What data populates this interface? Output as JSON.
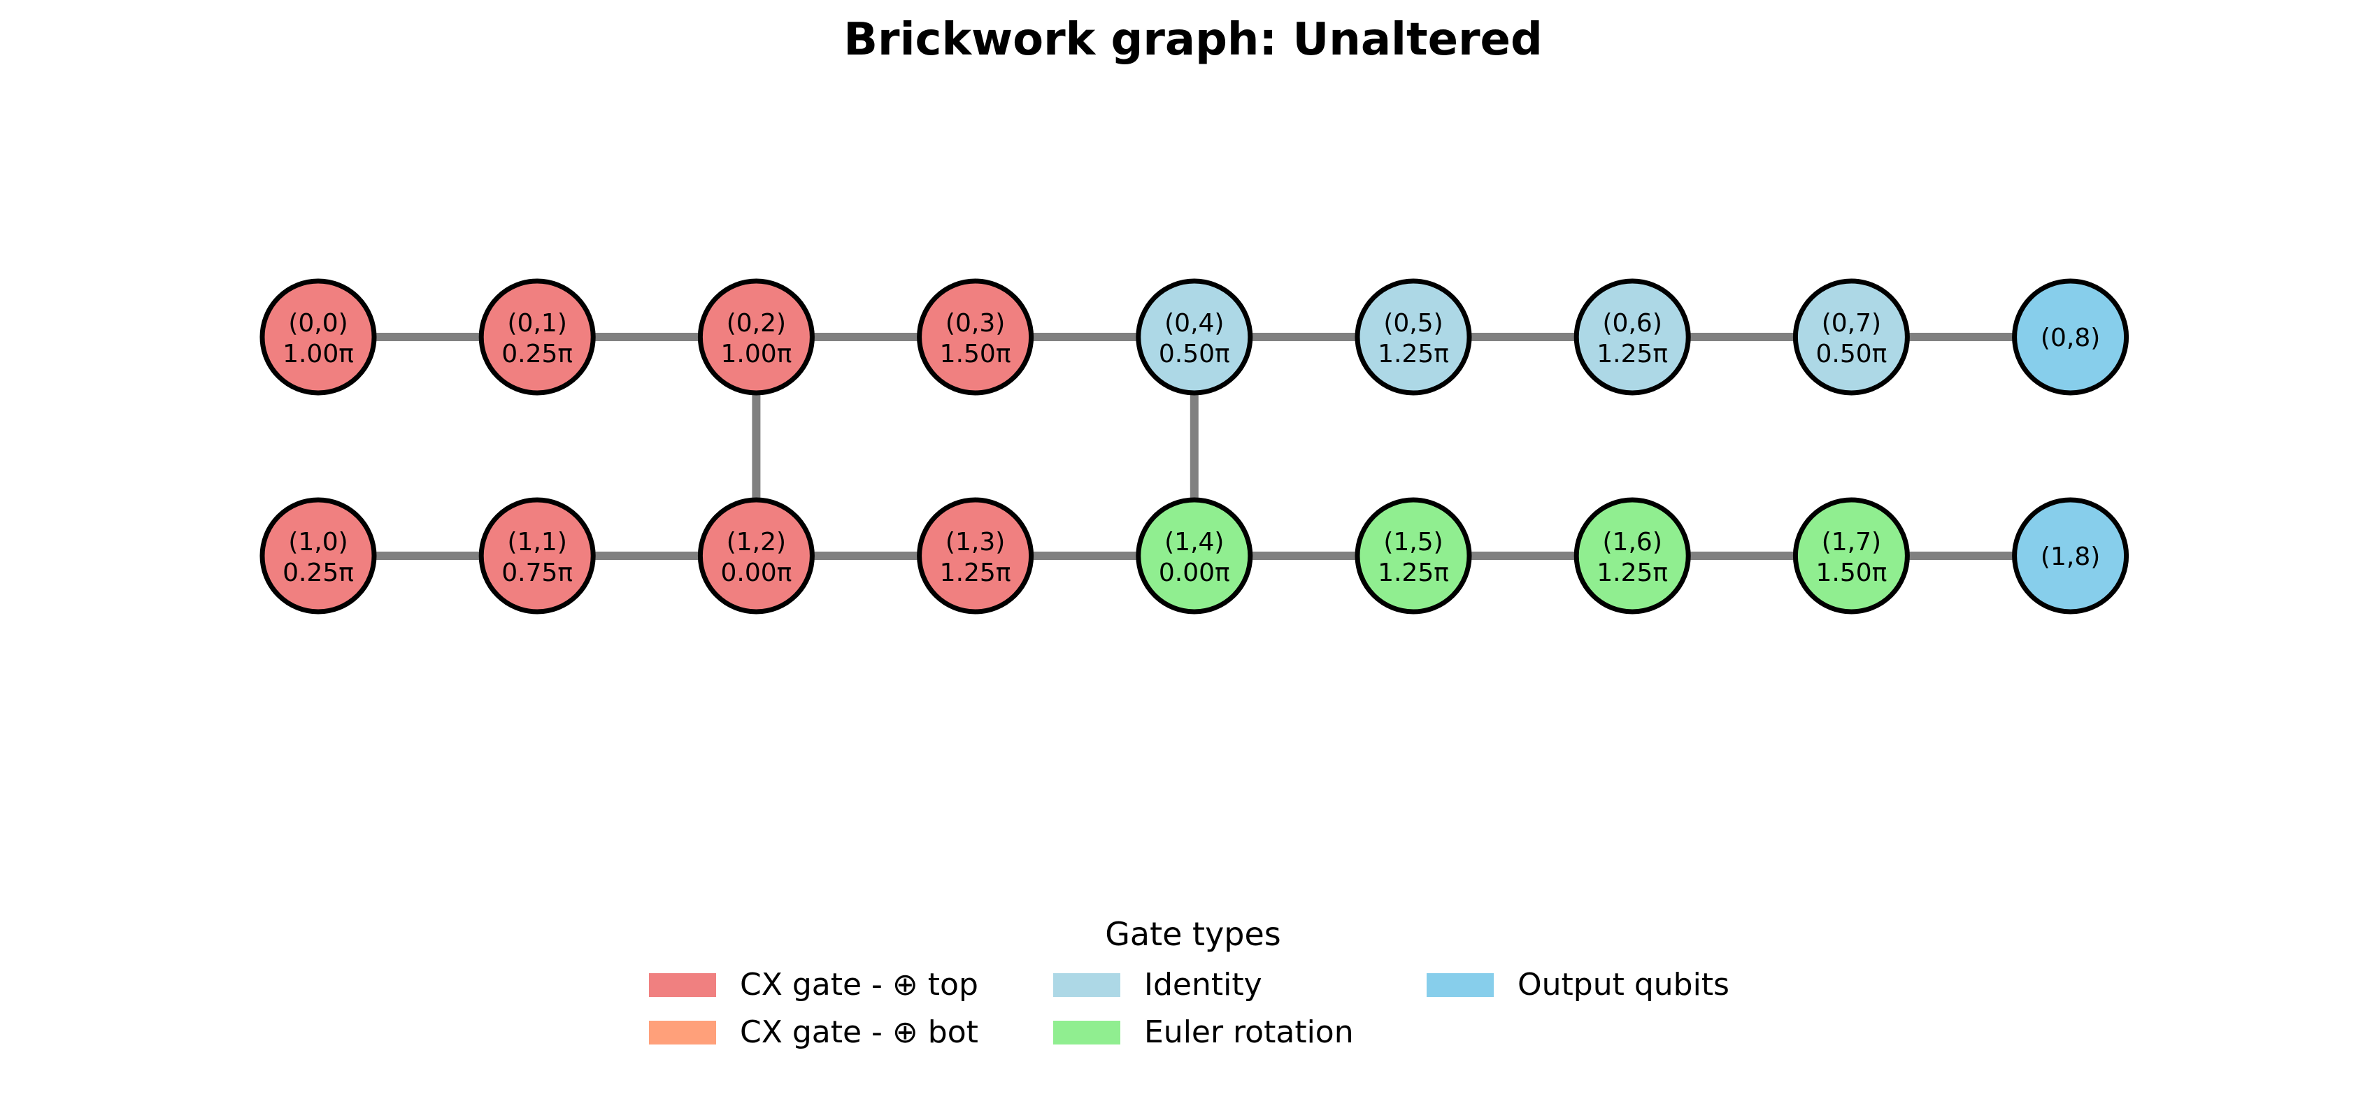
{
  "title": "Brickwork graph: Unaltered",
  "colors": {
    "cx_top": "#f08080",
    "cx_bot": "#ffa07a",
    "identity": "#add8e6",
    "euler": "#90ee90",
    "output": "#87ceeb",
    "edge": "#808080",
    "node_border": "#000000"
  },
  "nodes": [
    {
      "id": "0-0",
      "row": 0,
      "col": 0,
      "label": "(0,0)",
      "angle": "1.00π",
      "type": "cx_top"
    },
    {
      "id": "0-1",
      "row": 0,
      "col": 1,
      "label": "(0,1)",
      "angle": "0.25π",
      "type": "cx_top"
    },
    {
      "id": "0-2",
      "row": 0,
      "col": 2,
      "label": "(0,2)",
      "angle": "1.00π",
      "type": "cx_top"
    },
    {
      "id": "0-3",
      "row": 0,
      "col": 3,
      "label": "(0,3)",
      "angle": "1.50π",
      "type": "cx_top"
    },
    {
      "id": "0-4",
      "row": 0,
      "col": 4,
      "label": "(0,4)",
      "angle": "0.50π",
      "type": "identity"
    },
    {
      "id": "0-5",
      "row": 0,
      "col": 5,
      "label": "(0,5)",
      "angle": "1.25π",
      "type": "identity"
    },
    {
      "id": "0-6",
      "row": 0,
      "col": 6,
      "label": "(0,6)",
      "angle": "1.25π",
      "type": "identity"
    },
    {
      "id": "0-7",
      "row": 0,
      "col": 7,
      "label": "(0,7)",
      "angle": "0.50π",
      "type": "identity"
    },
    {
      "id": "0-8",
      "row": 0,
      "col": 8,
      "label": "(0,8)",
      "angle": "",
      "type": "output"
    },
    {
      "id": "1-0",
      "row": 1,
      "col": 0,
      "label": "(1,0)",
      "angle": "0.25π",
      "type": "cx_top"
    },
    {
      "id": "1-1",
      "row": 1,
      "col": 1,
      "label": "(1,1)",
      "angle": "0.75π",
      "type": "cx_top"
    },
    {
      "id": "1-2",
      "row": 1,
      "col": 2,
      "label": "(1,2)",
      "angle": "0.00π",
      "type": "cx_top"
    },
    {
      "id": "1-3",
      "row": 1,
      "col": 3,
      "label": "(1,3)",
      "angle": "1.25π",
      "type": "cx_top"
    },
    {
      "id": "1-4",
      "row": 1,
      "col": 4,
      "label": "(1,4)",
      "angle": "0.00π",
      "type": "euler"
    },
    {
      "id": "1-5",
      "row": 1,
      "col": 5,
      "label": "(1,5)",
      "angle": "1.25π",
      "type": "euler"
    },
    {
      "id": "1-6",
      "row": 1,
      "col": 6,
      "label": "(1,6)",
      "angle": "1.25π",
      "type": "euler"
    },
    {
      "id": "1-7",
      "row": 1,
      "col": 7,
      "label": "(1,7)",
      "angle": "1.50π",
      "type": "euler"
    },
    {
      "id": "1-8",
      "row": 1,
      "col": 8,
      "label": "(1,8)",
      "angle": "",
      "type": "output"
    }
  ],
  "edges": [
    [
      "0-0",
      "0-1"
    ],
    [
      "0-1",
      "0-2"
    ],
    [
      "0-2",
      "0-3"
    ],
    [
      "0-3",
      "0-4"
    ],
    [
      "0-4",
      "0-5"
    ],
    [
      "0-5",
      "0-6"
    ],
    [
      "0-6",
      "0-7"
    ],
    [
      "0-7",
      "0-8"
    ],
    [
      "1-0",
      "1-1"
    ],
    [
      "1-1",
      "1-2"
    ],
    [
      "1-2",
      "1-3"
    ],
    [
      "1-3",
      "1-4"
    ],
    [
      "1-4",
      "1-5"
    ],
    [
      "1-5",
      "1-6"
    ],
    [
      "1-6",
      "1-7"
    ],
    [
      "1-7",
      "1-8"
    ],
    [
      "0-2",
      "1-2"
    ],
    [
      "0-4",
      "1-4"
    ]
  ],
  "legend": {
    "title": "Gate types",
    "items": [
      {
        "label": "CX gate - ⊕ top",
        "type": "cx_top"
      },
      {
        "label": "CX gate - ⊕ bot",
        "type": "cx_bot"
      },
      {
        "label": "Identity",
        "type": "identity"
      },
      {
        "label": "Euler rotation",
        "type": "euler"
      },
      {
        "label": "Output qubits",
        "type": "output"
      }
    ]
  }
}
